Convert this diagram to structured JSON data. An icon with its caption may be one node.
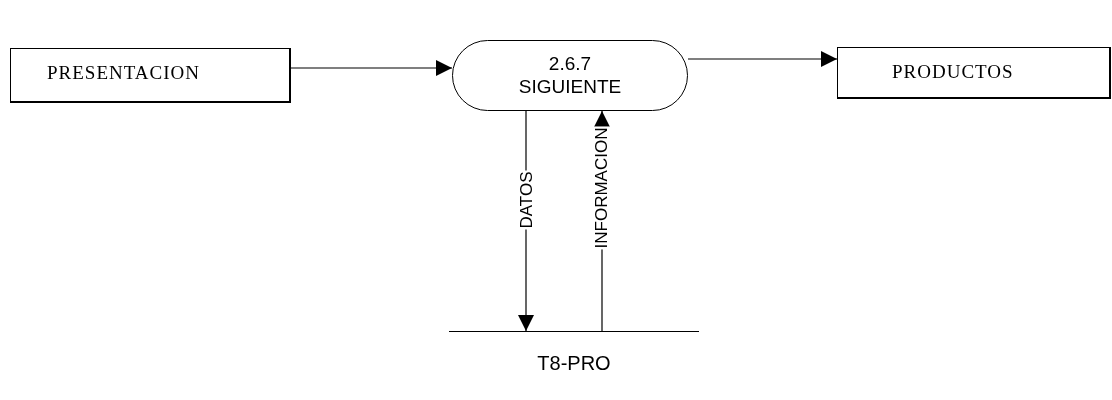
{
  "diagram": {
    "nodes": [
      {
        "text": [
          "PRESENTACION"
        ]
      },
      {
        "text": [
          "2.6.7",
          "SIGUIENTE"
        ]
      },
      {
        "text": [
          "PRODUCTOS"
        ]
      },
      {
        "text": [
          "T8-PRO"
        ]
      }
    ],
    "edges": [
      {
        "from": 0,
        "to": 1,
        "arrow": "to"
      },
      {
        "from": 1,
        "to": 2,
        "arrow": "to"
      },
      {
        "from": 1,
        "to": 3,
        "arrow": "to",
        "label": "DATOS"
      },
      {
        "from": 3,
        "to": 1,
        "arrow": "to",
        "label": "INFORMACION"
      }
    ]
  }
}
